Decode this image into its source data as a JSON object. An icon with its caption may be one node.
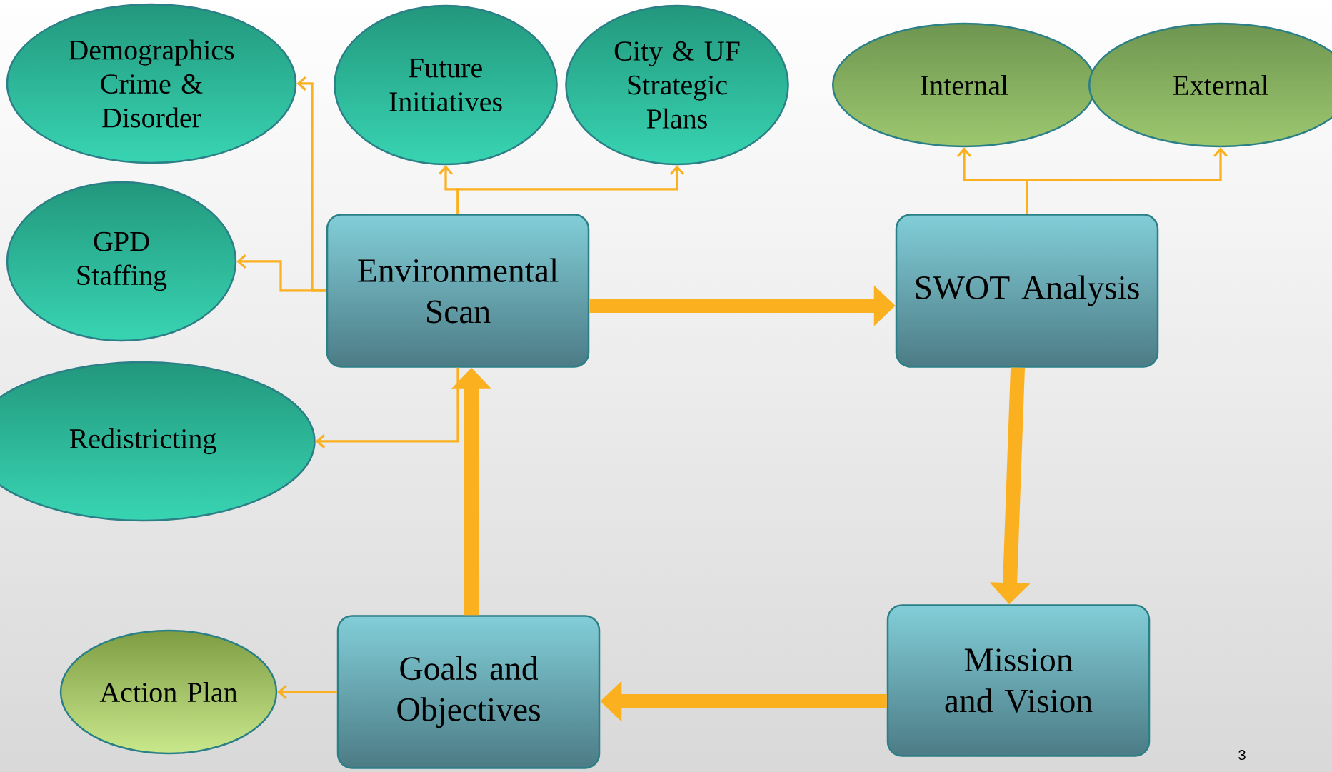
{
  "diagram": {
    "nodes": [
      {
        "text": [
          "Demographics Crime & Disorder"
        ]
      },
      {
        "text": [
          "Future Initiatives"
        ]
      },
      {
        "text": [
          "City & UF Strategic Plans"
        ]
      },
      {
        "text": [
          "Internal"
        ]
      },
      {
        "text": [
          "External"
        ]
      },
      {
        "text": [
          "GPD Staffing"
        ]
      },
      {
        "text": [
          "Environmental Scan"
        ]
      },
      {
        "text": [
          "SWOT Analysis"
        ]
      },
      {
        "text": [
          "Redistricting"
        ]
      },
      {
        "text": [
          "Action Plan"
        ]
      },
      {
        "text": [
          "Goals and Objectives"
        ]
      },
      {
        "text": [
          "Mission and Vision"
        ]
      }
    ],
    "edges": [
      {
        "from": 6,
        "to": 0,
        "arrow": "to"
      },
      {
        "from": 6,
        "to": 5,
        "arrow": "to"
      },
      {
        "from": 6,
        "to": 8,
        "arrow": "to"
      },
      {
        "from": 6,
        "to": 1,
        "arrow": "to"
      },
      {
        "from": 6,
        "to": 2,
        "arrow": "to"
      },
      {
        "from": 6,
        "to": 7,
        "arrow": "to",
        "style": "thick"
      },
      {
        "from": 7,
        "to": 3,
        "arrow": "to"
      },
      {
        "from": 7,
        "to": 4,
        "arrow": "to"
      },
      {
        "from": 7,
        "to": 11,
        "arrow": "to",
        "style": "thick"
      },
      {
        "from": 11,
        "to": 10,
        "arrow": "to",
        "style": "thick"
      },
      {
        "from": 10,
        "to": 6,
        "arrow": "to",
        "style": "thick"
      },
      {
        "from": 10,
        "to": 9,
        "arrow": "to"
      }
    ],
    "labels": [
      "3"
    ]
  }
}
